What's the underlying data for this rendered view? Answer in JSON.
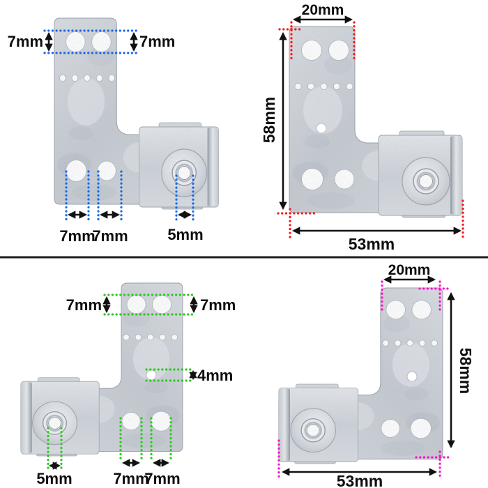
{
  "page": {
    "background": "#ffffff",
    "divider_color": "#1e1e1e",
    "description_hidden": false
  },
  "annotation": {
    "arrow_color": "#121212",
    "text_color": "#0e0e0e"
  },
  "brackets": {
    "top_left": {
      "id": "dishwasher-hinge-plate-right-hand-blue-dims",
      "annotation_color": "#1a69e8",
      "labels": {
        "top_left_hole": "7mm",
        "top_right_hole": "7mm",
        "lower_hole_1": "7mm",
        "lower_hole_2": "7mm",
        "bushing_hole": "5mm"
      }
    },
    "top_right": {
      "id": "dishwasher-hinge-plate-right-hand-overall-dims",
      "annotation_color": "#ff1414",
      "labels": {
        "top_width": "20mm",
        "height": "58mm",
        "length": "53mm"
      }
    },
    "bottom_left": {
      "id": "dishwasher-hinge-plate-left-hand-green-dims",
      "annotation_color": "#2cc81f",
      "labels": {
        "top_left_hole": "7mm",
        "top_right_hole": "7mm",
        "middle_hole": "4mm",
        "bushing_hole": "5mm",
        "lower_hole_1": "7mm",
        "lower_hole_2": "7mm"
      }
    },
    "bottom_right": {
      "id": "dishwasher-hinge-plate-left-hand-overall-dims",
      "annotation_color": "#ff10c9",
      "labels": {
        "top_width": "20mm",
        "height": "58mm",
        "length": "53mm"
      }
    }
  }
}
